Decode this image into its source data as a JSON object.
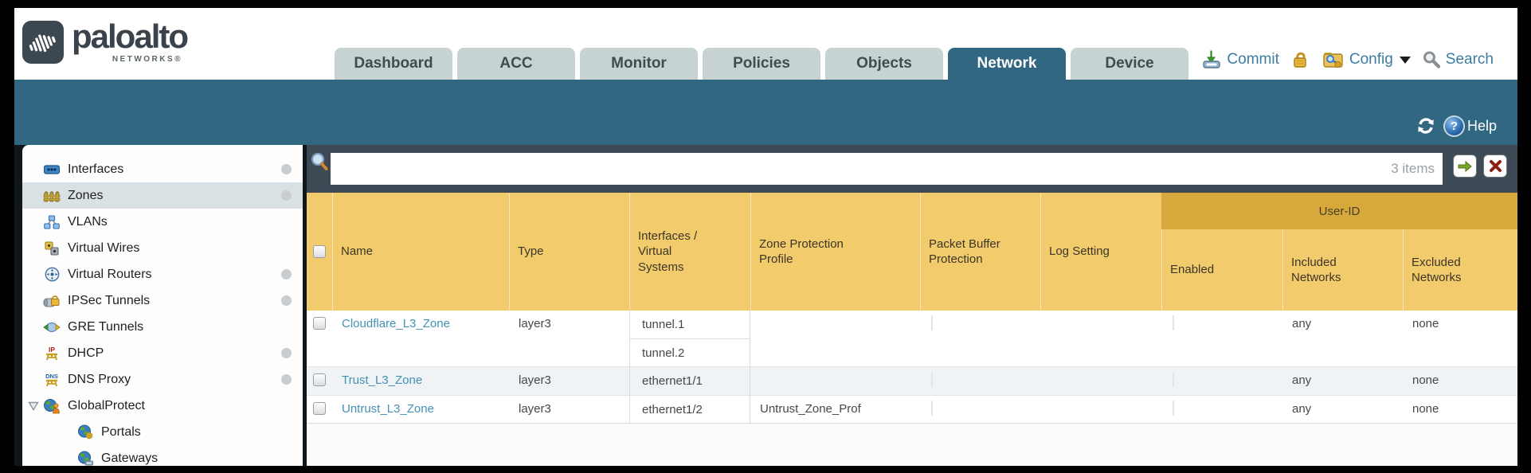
{
  "brand": {
    "name": "paloalto",
    "tagline": "NETWORKS®"
  },
  "nav": {
    "tabs": [
      "Dashboard",
      "ACC",
      "Monitor",
      "Policies",
      "Objects",
      "Network",
      "Device"
    ],
    "active_tab": "Network",
    "commit_label": "Commit",
    "config_label": "Config",
    "search_label": "Search"
  },
  "band": {
    "help_label": "Help"
  },
  "sidebar": {
    "items": [
      {
        "label": "Interfaces",
        "icon": "interfaces-icon",
        "has_status_dot": true
      },
      {
        "label": "Zones",
        "icon": "zones-icon",
        "selected": true,
        "has_status_dot": true
      },
      {
        "label": "VLANs",
        "icon": "vlans-icon"
      },
      {
        "label": "Virtual Wires",
        "icon": "virtual-wires-icon"
      },
      {
        "label": "Virtual Routers",
        "icon": "virtual-routers-icon",
        "has_status_dot": true
      },
      {
        "label": "IPSec Tunnels",
        "icon": "ipsec-tunnels-icon",
        "has_status_dot": true
      },
      {
        "label": "GRE Tunnels",
        "icon": "gre-tunnels-icon"
      },
      {
        "label": "DHCP",
        "icon": "dhcp-icon",
        "has_status_dot": true
      },
      {
        "label": "DNS Proxy",
        "icon": "dns-proxy-icon",
        "has_status_dot": true
      },
      {
        "label": "GlobalProtect",
        "icon": "globalprotect-icon",
        "expandable": true,
        "expanded": true
      },
      {
        "label": "Portals",
        "icon": "portals-icon",
        "indent": 1
      },
      {
        "label": "Gateways",
        "icon": "gateways-icon",
        "indent": 1
      }
    ]
  },
  "search_bar": {
    "value": "",
    "items_count": "3 items"
  },
  "table": {
    "group_header": "User-ID",
    "columns": [
      "Name",
      "Type",
      "Interfaces / Virtual Systems",
      "Zone Protection Profile",
      "Packet Buffer Protection",
      "Log Setting",
      "Enabled",
      "Included Networks",
      "Excluded Networks"
    ],
    "rows": [
      {
        "name": "Cloudflare_L3_Zone",
        "type": "layer3",
        "interfaces": [
          "tunnel.1",
          "tunnel.2"
        ],
        "zone_protection_profile": "",
        "packet_buffer_protection": false,
        "log_setting": "",
        "user_id_enabled": false,
        "included_networks": "any",
        "excluded_networks": "none"
      },
      {
        "name": "Trust_L3_Zone",
        "type": "layer3",
        "interfaces": [
          "ethernet1/1"
        ],
        "zone_protection_profile": "",
        "packet_buffer_protection": false,
        "log_setting": "",
        "user_id_enabled": false,
        "included_networks": "any",
        "excluded_networks": "none"
      },
      {
        "name": "Untrust_L3_Zone",
        "type": "layer3",
        "interfaces": [
          "ethernet1/2"
        ],
        "zone_protection_profile": "Untrust_Zone_Prof",
        "packet_buffer_protection": false,
        "log_setting": "",
        "user_id_enabled": false,
        "included_networks": "any",
        "excluded_networks": "none"
      }
    ]
  },
  "colors": {
    "accent_teal": "#316781",
    "header_gold": "#f2cc6c",
    "group_gold": "#d7a93c",
    "link_blue": "#4491b3",
    "dark_slate": "#3d4954",
    "tab_inactive": "#c7d2d2"
  }
}
